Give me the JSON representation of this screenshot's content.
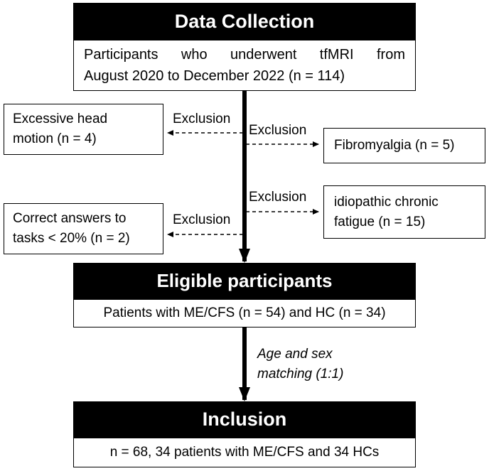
{
  "data_collection": {
    "header": "Data Collection",
    "line1": "Participants who underwent tfMRI from",
    "line2": "August 2020 to December 2022 (n = 114)"
  },
  "exclusions": [
    {
      "side": "left",
      "label": "Exclusion",
      "line1": "Excessive head",
      "line2": "motion (n = 4)"
    },
    {
      "side": "right",
      "label": "Exclusion",
      "line1": "Fibromyalgia (n = 5)",
      "line2": ""
    },
    {
      "side": "right",
      "label": "Exclusion",
      "line1": "idiopathic chronic",
      "line2": "fatigue (n = 15)"
    },
    {
      "side": "left",
      "label": "Exclusion",
      "line1": "Correct answers to",
      "line2": "tasks < 20% (n = 2)"
    }
  ],
  "eligible": {
    "header": "Eligible participants",
    "text": "Patients with ME/CFS (n = 54) and HC (n = 34)"
  },
  "matching": {
    "line1": "Age and sex",
    "line2": "matching (1:1)"
  },
  "inclusion": {
    "header": "Inclusion",
    "text": "n = 68, 34 patients with ME/CFS and 34 HCs"
  }
}
